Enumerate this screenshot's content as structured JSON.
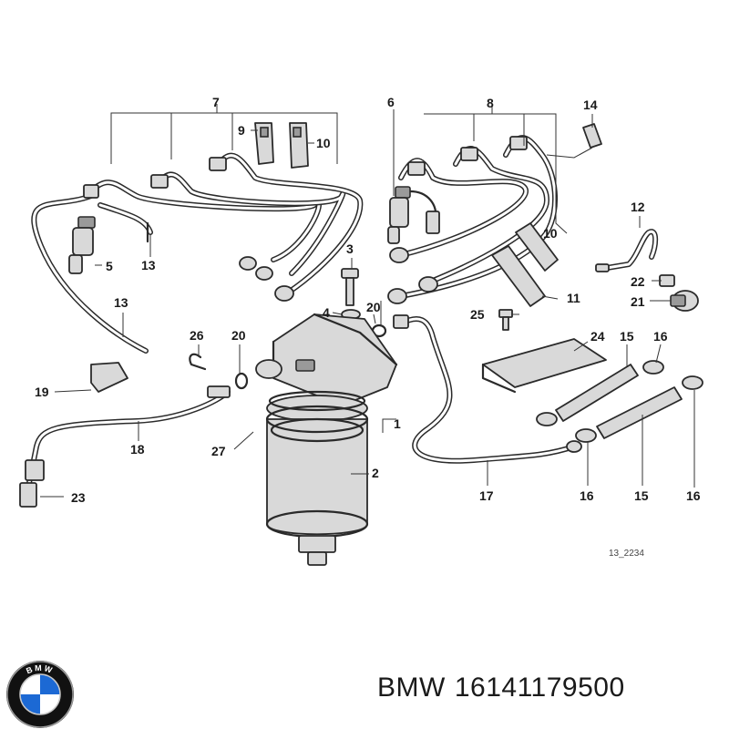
{
  "diagram": {
    "drawing_number": "13_2234",
    "callouts": [
      {
        "id": "c1",
        "label": "1"
      },
      {
        "id": "c2",
        "label": "2"
      },
      {
        "id": "c3",
        "label": "3"
      },
      {
        "id": "c4",
        "label": "4"
      },
      {
        "id": "c5",
        "label": "5"
      },
      {
        "id": "c6",
        "label": "6"
      },
      {
        "id": "c7",
        "label": "7"
      },
      {
        "id": "c8",
        "label": "8"
      },
      {
        "id": "c9",
        "label": "9"
      },
      {
        "id": "c10a",
        "label": "10"
      },
      {
        "id": "c10b",
        "label": "10"
      },
      {
        "id": "c11",
        "label": "11"
      },
      {
        "id": "c12",
        "label": "12"
      },
      {
        "id": "c13a",
        "label": "13"
      },
      {
        "id": "c13b",
        "label": "13"
      },
      {
        "id": "c14",
        "label": "14"
      },
      {
        "id": "c15a",
        "label": "15"
      },
      {
        "id": "c15b",
        "label": "15"
      },
      {
        "id": "c16a",
        "label": "16"
      },
      {
        "id": "c16b",
        "label": "16"
      },
      {
        "id": "c16c",
        "label": "16"
      },
      {
        "id": "c17",
        "label": "17"
      },
      {
        "id": "c18",
        "label": "18"
      },
      {
        "id": "c19",
        "label": "19"
      },
      {
        "id": "c20a",
        "label": "20"
      },
      {
        "id": "c20b",
        "label": "20"
      },
      {
        "id": "c21",
        "label": "21"
      },
      {
        "id": "c22",
        "label": "22"
      },
      {
        "id": "c23",
        "label": "23"
      },
      {
        "id": "c24",
        "label": "24"
      },
      {
        "id": "c25",
        "label": "25"
      },
      {
        "id": "c26",
        "label": "26"
      },
      {
        "id": "c27",
        "label": "27"
      }
    ]
  },
  "logo": {
    "text": "BMW",
    "colors": {
      "blue": "#1c69d4",
      "white": "#ffffff",
      "ring": "#111111"
    }
  },
  "caption": {
    "brand": "BMW",
    "part_number": "16141179500"
  }
}
